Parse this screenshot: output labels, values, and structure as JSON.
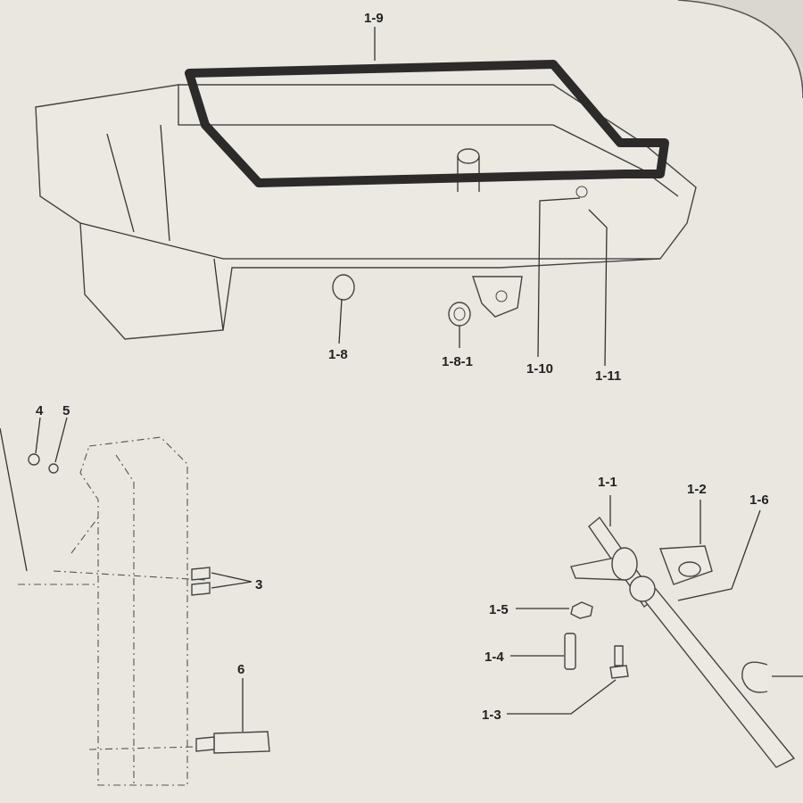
{
  "diagram": {
    "labels": {
      "gasket": "1-9",
      "plug": "1-8",
      "bushing": "1-8-1",
      "screw_10": "1-10",
      "washer_11": "1-11",
      "part_4": "4",
      "part_5": "5",
      "part_3": "3",
      "part_6": "6",
      "shaft": "1-1",
      "bracket": "1-2",
      "rod": "1-6",
      "nut": "1-5",
      "spring": "1-4",
      "screw_3": "1-3"
    }
  }
}
